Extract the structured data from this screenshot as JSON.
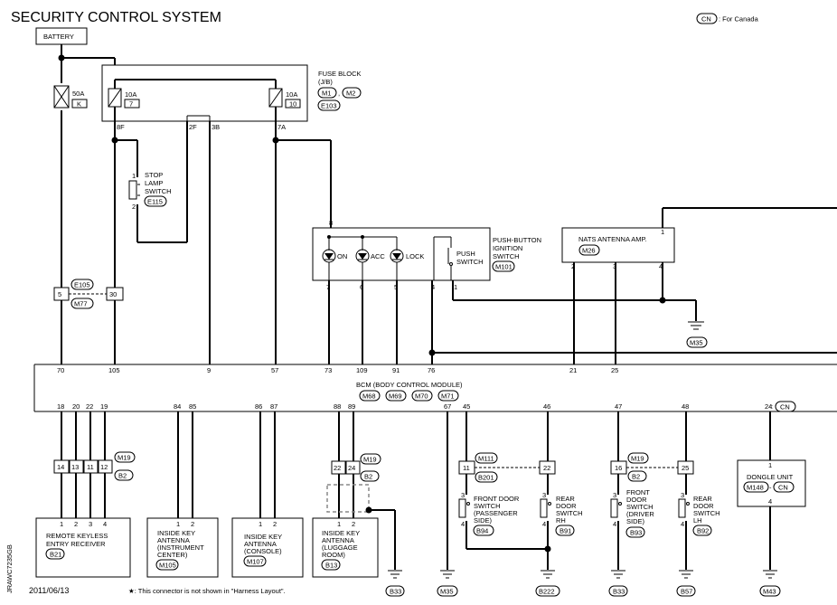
{
  "title": "SECURITY CONTROL SYSTEM",
  "canada_note": {
    "code": "CN",
    "text": ": For Canada"
  },
  "battery": "BATTERY",
  "fuse_block": {
    "lines": [
      "FUSE BLOCK",
      "(J/B)"
    ],
    "connectors": [
      "M1",
      "M2",
      "E103"
    ],
    "sep": ","
  },
  "fuses": [
    {
      "amp": "50A",
      "id": "K"
    },
    {
      "amp": "10A",
      "id": "7"
    },
    {
      "amp": "10A",
      "id": "10"
    }
  ],
  "fuse_pins": [
    "8F",
    "2F",
    "3B",
    "7A"
  ],
  "stop_lamp": {
    "lines": [
      "STOP",
      "LAMP",
      "SWITCH"
    ],
    "connector": "E115",
    "pins": [
      "1",
      "2"
    ]
  },
  "push_button": {
    "lines": [
      "PUSH-BUTTON",
      "IGNITION",
      "SWITCH"
    ],
    "connector": "M101",
    "top_pin": "8",
    "leds": [
      "ON",
      "ACC",
      "LOCK"
    ],
    "switch_lines": [
      "PUSH",
      "SWITCH"
    ],
    "pins": [
      "7",
      "6",
      "5",
      "4",
      "1"
    ]
  },
  "nats": {
    "label": "NATS ANTENNA AMP.",
    "connector": "M26",
    "pins": [
      "1",
      "2",
      "3",
      "4"
    ]
  },
  "ground_connectors": [
    "M35",
    "B33",
    "M35",
    "B222",
    "B33",
    "B57",
    "M43"
  ],
  "inline_connector_1": {
    "top": "E105",
    "bottom": "M77",
    "pins": [
      "5",
      "30"
    ]
  },
  "bcm": {
    "label": "BCM (BODY CONTROL MODULE)",
    "connectors": [
      "M68",
      "M69",
      "M70",
      "M71"
    ],
    "top_pins": [
      "70",
      "105",
      "9",
      "57",
      "73",
      "109",
      "91",
      "76",
      "21",
      "25"
    ],
    "bottom_pins": [
      "18",
      "20",
      "22",
      "19",
      "84",
      "85",
      "86",
      "87",
      "88",
      "89",
      "67",
      "45",
      "46",
      "47",
      "48"
    ],
    "canada_pin": "24"
  },
  "inline_connector_2": {
    "code": "M19",
    "sub": "B2",
    "pins": [
      "14",
      "13",
      "11",
      "12"
    ]
  },
  "inline_connector_3": {
    "code": "M19",
    "sub": "B2",
    "pins": [
      "22",
      "24"
    ]
  },
  "inline_connector_4": {
    "code": "M111",
    "sub": "B201",
    "pins": [
      "11",
      "22"
    ]
  },
  "inline_connector_5": {
    "code": "M19",
    "sub": "B2",
    "pins": [
      "16",
      "25"
    ]
  },
  "components": {
    "remote_keyless": {
      "lines": [
        "REMOTE KEYLESS",
        "ENTRY RECEIVER"
      ],
      "connector": "B21",
      "pins": [
        "1",
        "2",
        "3",
        "4"
      ]
    },
    "key_ant_instr": {
      "lines": [
        "INSIDE KEY",
        "ANTENNA",
        "(INSTRUMENT",
        "CENTER)"
      ],
      "connector": "M105",
      "pins": [
        "1",
        "2"
      ]
    },
    "key_ant_console": {
      "lines": [
        "INSIDE KEY",
        "ANTENNA",
        "(CONSOLE)"
      ],
      "connector": "M107",
      "pins": [
        "1",
        "2"
      ]
    },
    "key_ant_luggage": {
      "lines": [
        "INSIDE KEY",
        "ANTENNA",
        "(LUGGAGE",
        "ROOM)"
      ],
      "connector": "B13",
      "pins": [
        "1",
        "2"
      ]
    },
    "front_door_pass": {
      "lines": [
        "FRONT DOOR",
        "SWITCH",
        "(PASSENGER",
        "SIDE)"
      ],
      "connector": "B94",
      "pins": [
        "3",
        "4"
      ]
    },
    "rear_door_rh": {
      "lines": [
        "REAR",
        "DOOR",
        "SWITCH",
        "RH"
      ],
      "connector": "B91",
      "pins": [
        "3",
        "4"
      ]
    },
    "front_door_driver": {
      "lines": [
        "FRONT",
        "DOOR",
        "SWITCH",
        "(DRIVER",
        "SIDE)"
      ],
      "connector": "B93",
      "pins": [
        "3",
        "4"
      ]
    },
    "rear_door_lh": {
      "lines": [
        "REAR",
        "DOOR",
        "SWITCH",
        "LH"
      ],
      "connector": "B92",
      "pins": [
        "3",
        "4"
      ]
    },
    "dongle": {
      "label": "DONGLE UNIT",
      "connector": "M148",
      "code": "CN",
      "pins": [
        "1",
        "4"
      ]
    }
  },
  "footer": {
    "date": "2011/06/13",
    "note": "★: This connector is not shown in \"Harness Layout\".",
    "code": "JRAWC7235GB"
  }
}
